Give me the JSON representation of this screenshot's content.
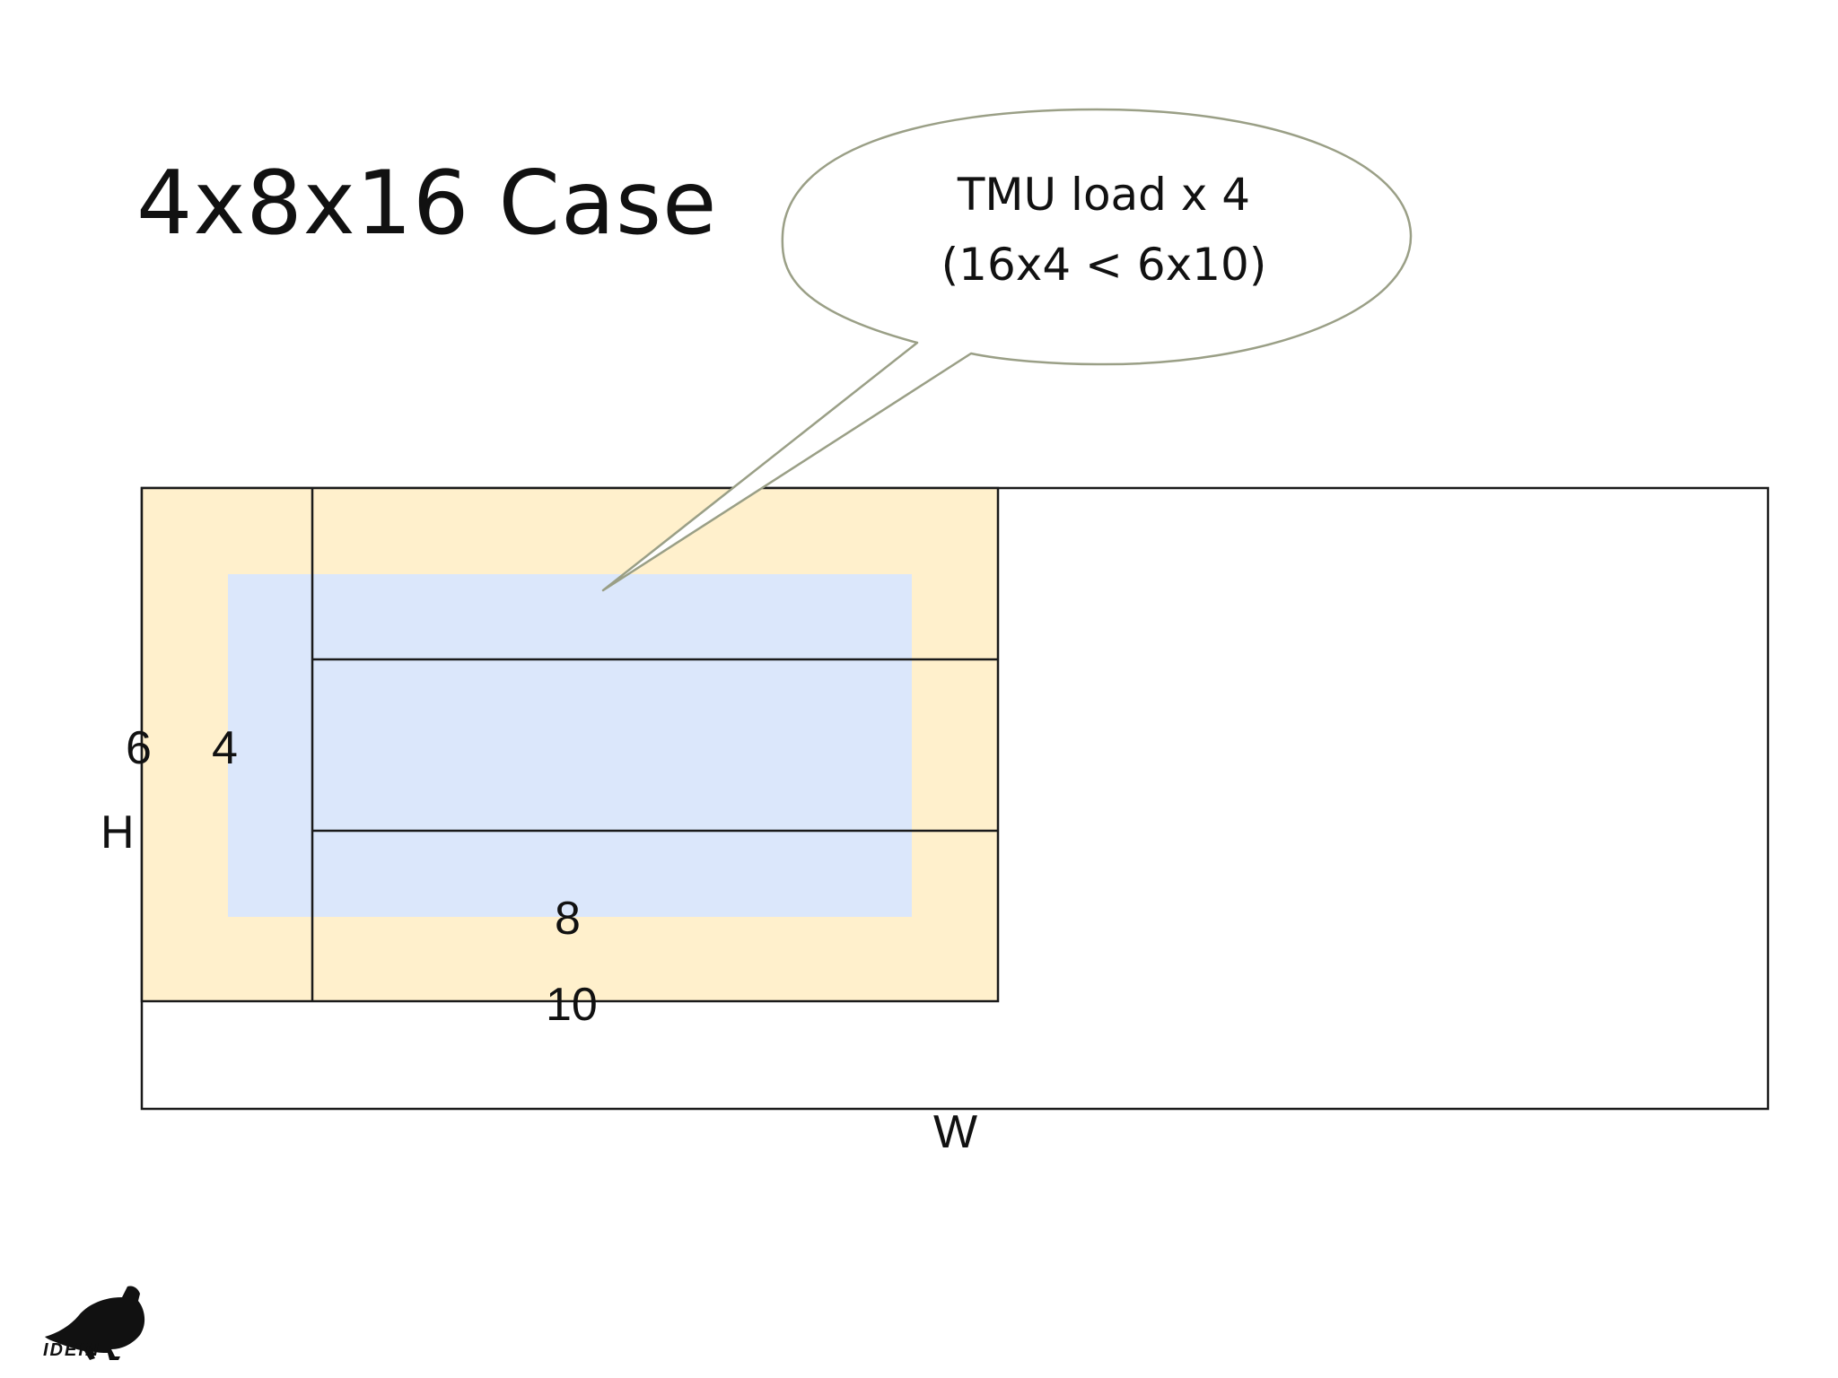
{
  "slide": {
    "title": "4x8x16 Case"
  },
  "callout": {
    "line1": "TMU load x 4",
    "line2": "(16x4 < 6x10)"
  },
  "labels": {
    "six": "6",
    "four": "4",
    "h": "H",
    "eight": "8",
    "ten": "10",
    "w": "W"
  },
  "logo": {
    "text": "IDEIN",
    "icon": "crow-icon"
  },
  "colors": {
    "outer_region": "#fff0cc",
    "inner_region": "#dbe7fb",
    "callout_stroke": "#9a9f86",
    "lines": "#1a1a1a"
  }
}
